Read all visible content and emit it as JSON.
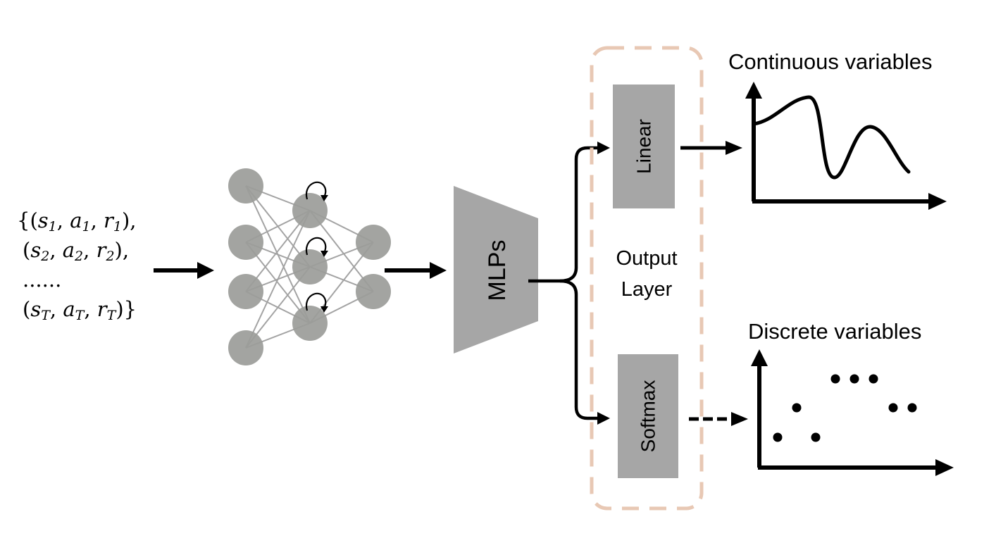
{
  "input_sequence": {
    "lines": [
      {
        "open": "{(",
        "items": [
          [
            "s",
            "1"
          ],
          [
            "a",
            "1"
          ],
          [
            "r",
            "1"
          ]
        ],
        "close": "),"
      },
      {
        "open": "(",
        "items": [
          [
            "s",
            "2"
          ],
          [
            "a",
            "2"
          ],
          [
            "r",
            "2"
          ]
        ],
        "close": "),"
      },
      {
        "text": "......"
      },
      {
        "open": "(",
        "items": [
          [
            "s",
            "T"
          ],
          [
            "a",
            "T"
          ],
          [
            "r",
            "T"
          ]
        ],
        "close": ")}"
      }
    ]
  },
  "mlp_label": "MLPs",
  "output_layer_label": [
    "Output",
    "Layer"
  ],
  "linear_label": "Linear",
  "softmax_label": "Softmax",
  "continuous_title": "Continuous variables",
  "discrete_title": "Discrete variables",
  "colors": {
    "node": "#9b9c99",
    "edge": "#a3a3a3",
    "block": "#a6a6a6",
    "dashed_box": "#e8c8b4",
    "ink": "#000000"
  }
}
